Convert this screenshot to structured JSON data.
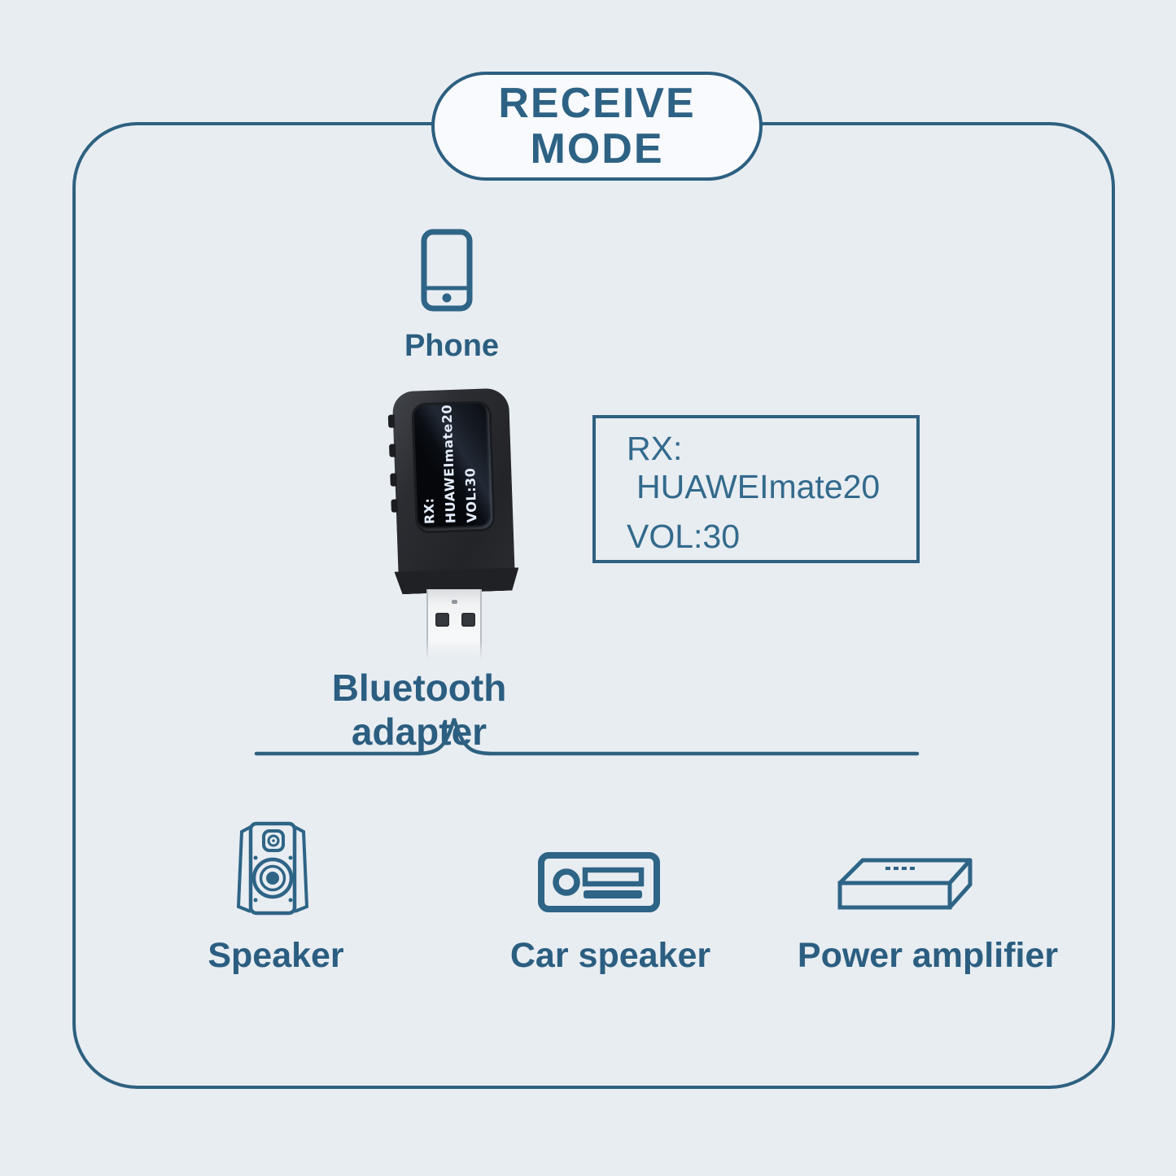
{
  "title": {
    "line1": "RECEIVE",
    "line2": "MODE"
  },
  "source_device": {
    "icon": "phone-icon",
    "label": "Phone"
  },
  "adapter": {
    "label": "Bluetooth adapter",
    "screen": {
      "line1": "RX:",
      "line2": "HUAWEImate20",
      "line3": "VOL:30"
    }
  },
  "readout_box": {
    "line1": "RX:",
    "line2": "HUAWEImate20",
    "line3": "VOL:30"
  },
  "outputs": [
    {
      "icon": "speaker-icon",
      "label": "Speaker"
    },
    {
      "icon": "car-speaker-icon",
      "label": "Car speaker"
    },
    {
      "icon": "power-amplifier-icon",
      "label": "Power amplifier"
    }
  ],
  "colors": {
    "background": "#e8edf2",
    "outline": "#2e6180",
    "label_text": "#2b5e80",
    "readout_text": "#336a8c",
    "badge_fill": "#f8fafd",
    "device_body": "#26282c",
    "screen_text": "#e4edfb"
  }
}
